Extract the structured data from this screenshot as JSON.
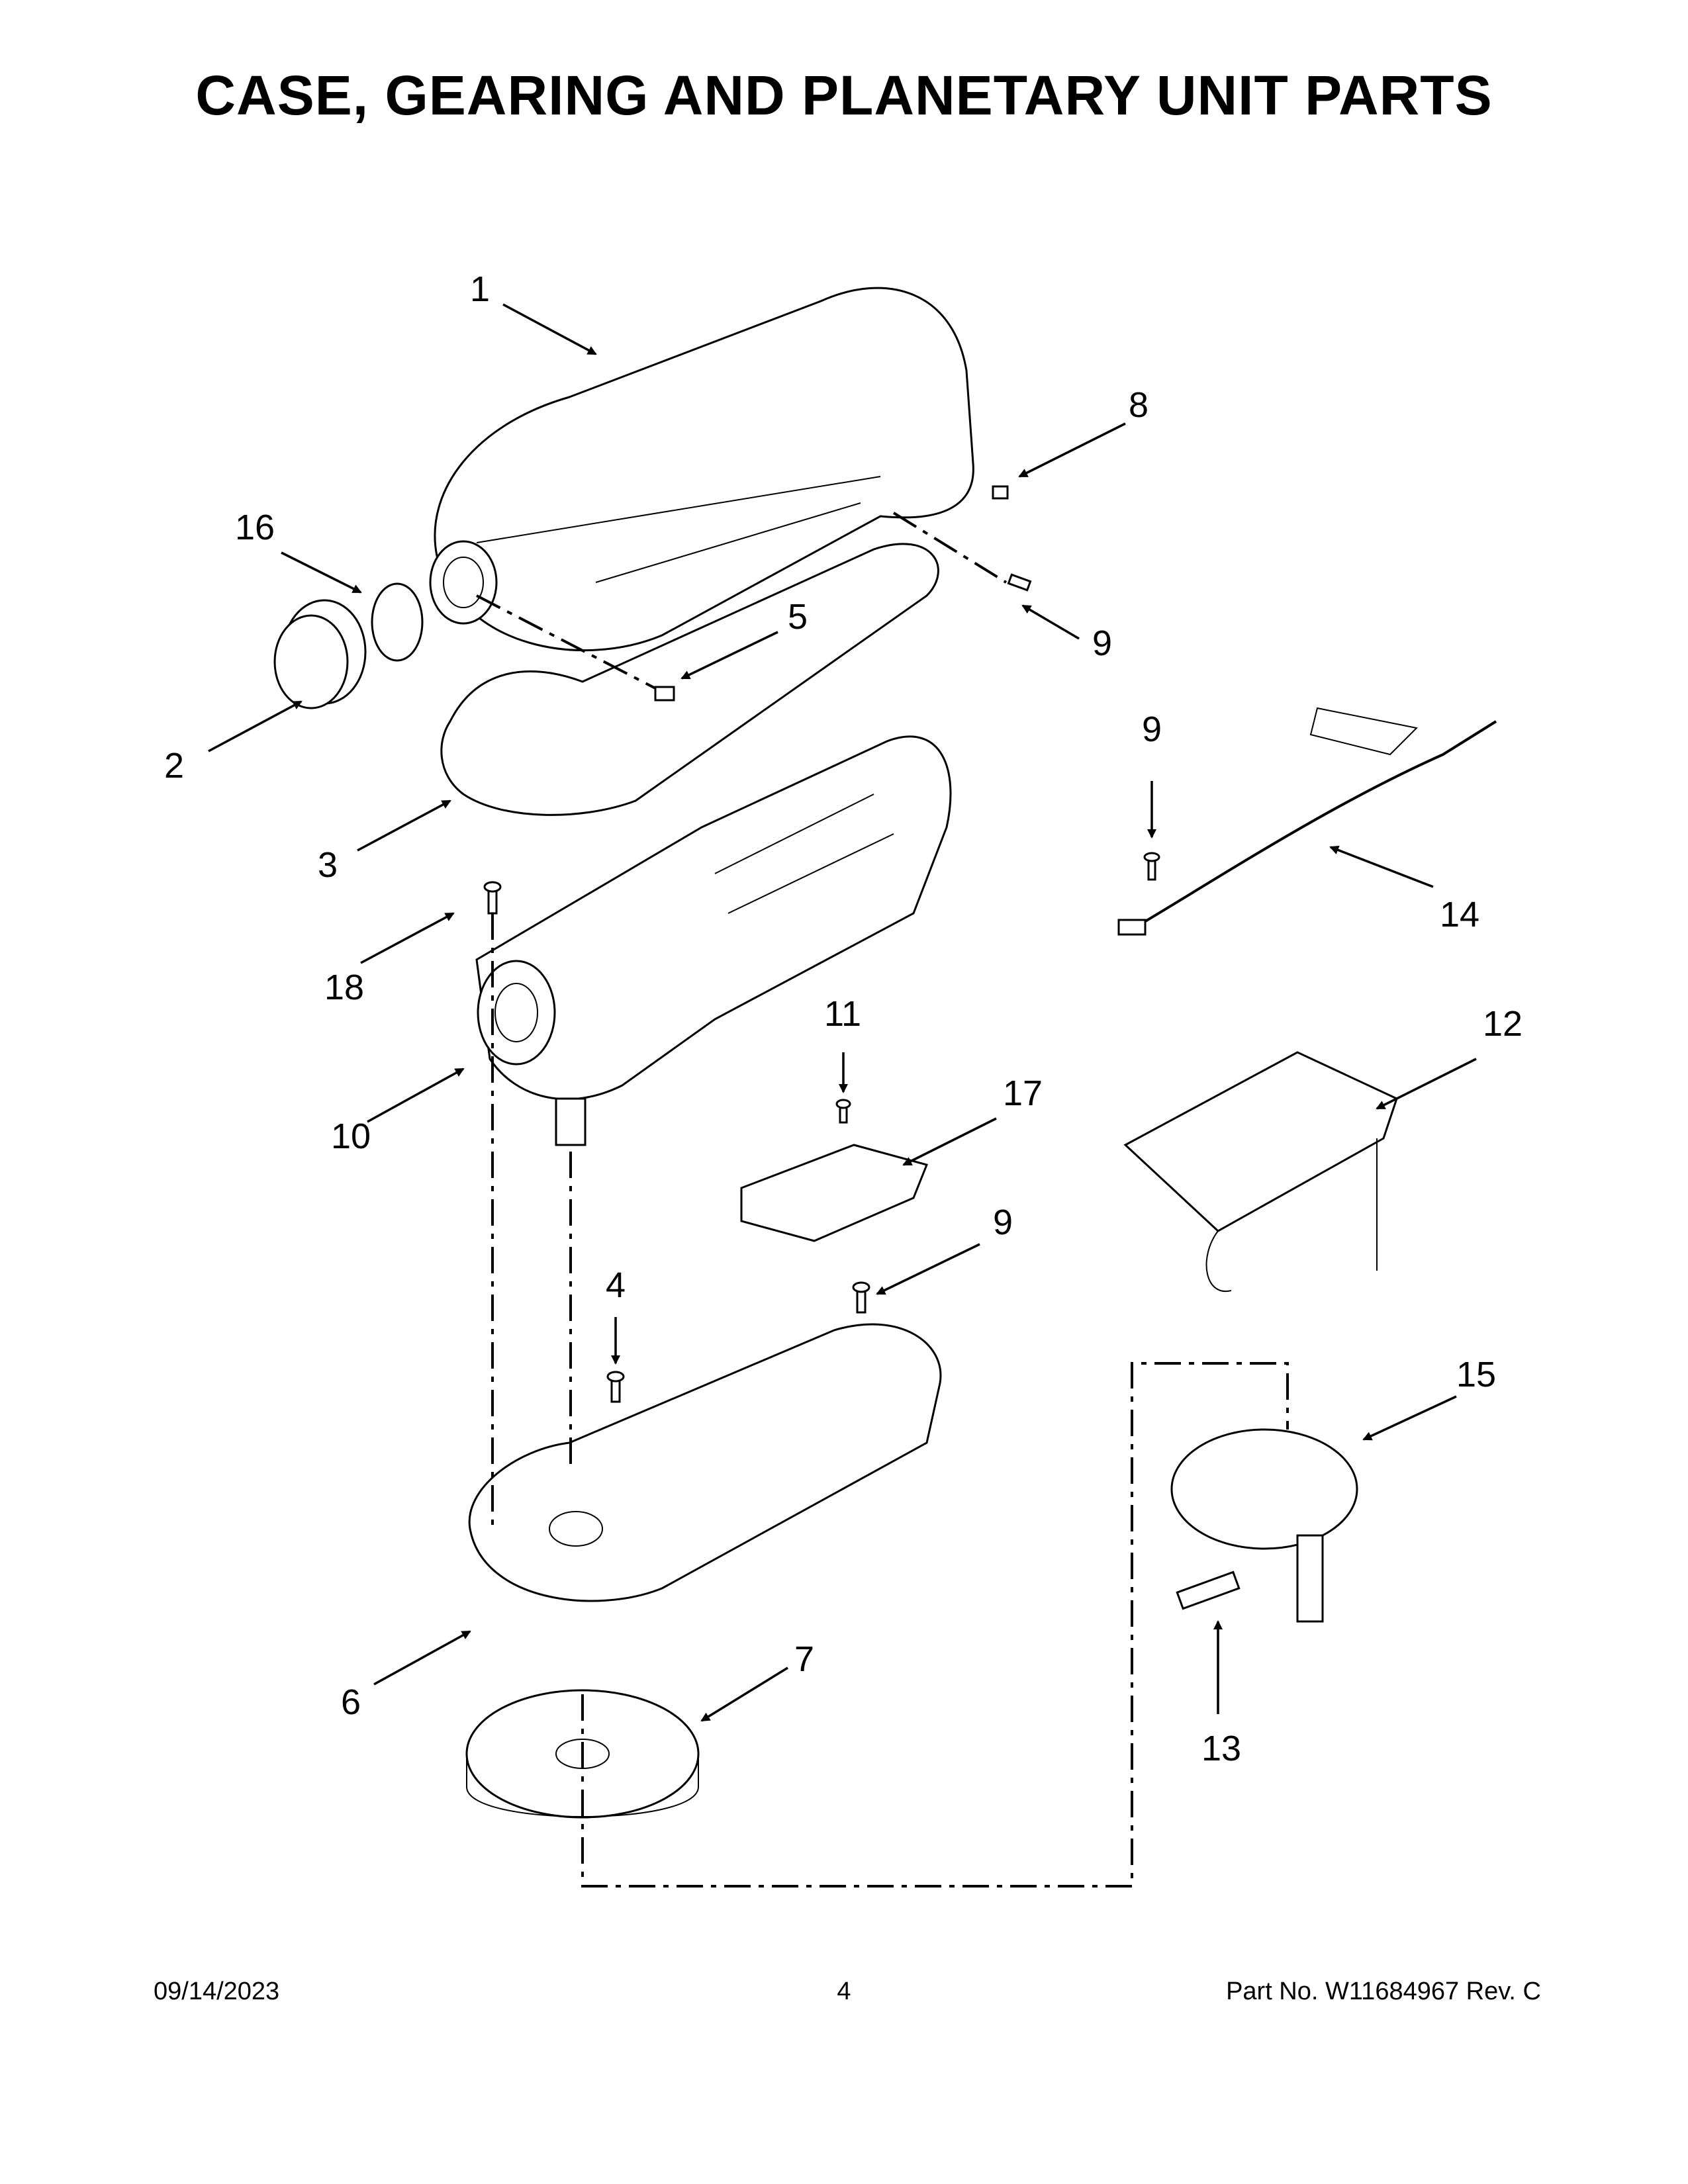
{
  "page": {
    "title": "CASE, GEARING AND PLANETARY UNIT PARTS",
    "footer": {
      "date": "09/14/2023",
      "page_number": "4",
      "part_number": "Part No.  W11684967  Rev.  C"
    }
  },
  "callouts": [
    "1",
    "16",
    "8",
    "5",
    "9",
    "2",
    "3",
    "9",
    "14",
    "18",
    "11",
    "12",
    "10",
    "17",
    "9",
    "4",
    "15",
    "6",
    "7",
    "13"
  ]
}
